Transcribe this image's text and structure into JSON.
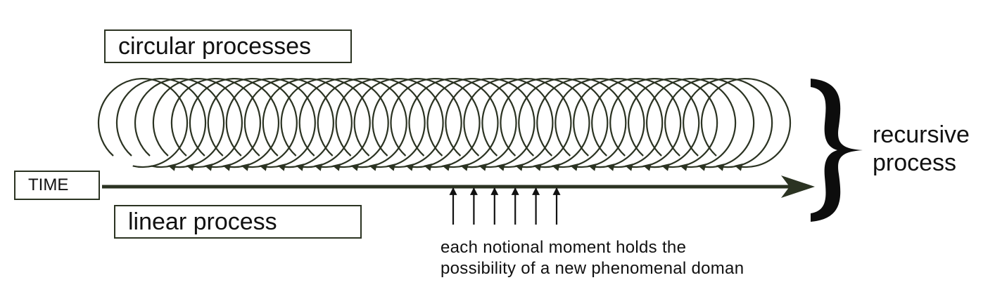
{
  "labels": {
    "circular": "circular processes",
    "time": "TIME",
    "linear": "linear process",
    "recursive_line1": "recursive",
    "recursive_line2": "process",
    "caption_line1": "each notional moment holds the",
    "caption_line2": "possibility of a new phenomenal doman"
  },
  "colors": {
    "stroke": "#2b3322",
    "text": "#111111"
  },
  "elements": {
    "circle_count": 34,
    "moment_arrow_count": 6
  }
}
